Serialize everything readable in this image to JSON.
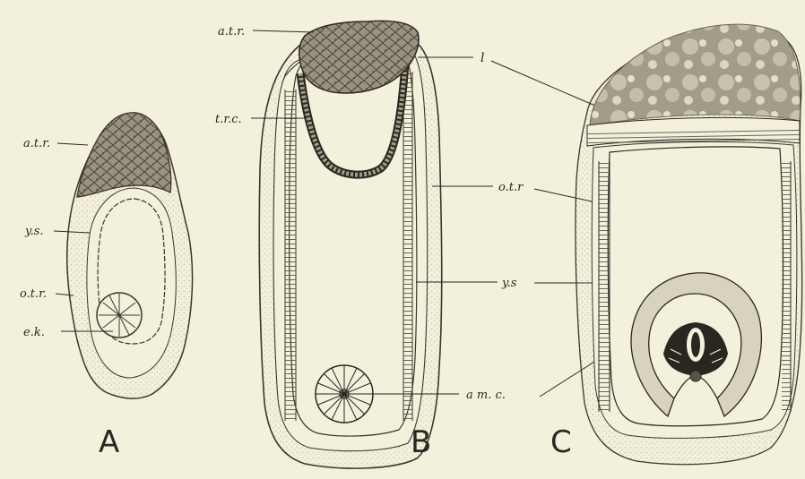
{
  "figures": {
    "A": {
      "letter": "A",
      "labels": {
        "atr": "a.t.r.",
        "ys": "y.s.",
        "otr": "o.t.r.",
        "ek": "e.k."
      }
    },
    "B": {
      "letter": "B",
      "labels": {
        "atr": "a.t.r.",
        "trc": "t.r.c.",
        "l": "l",
        "otr": "o.t.r",
        "ys": "y.s",
        "amc": "a m. c."
      }
    },
    "C": {
      "letter": "C"
    }
  },
  "colors": {
    "background": "#f3f1dc",
    "ink": "#2a2620",
    "stipple": "#8a8273",
    "dark_stipple": "#6a6457"
  }
}
